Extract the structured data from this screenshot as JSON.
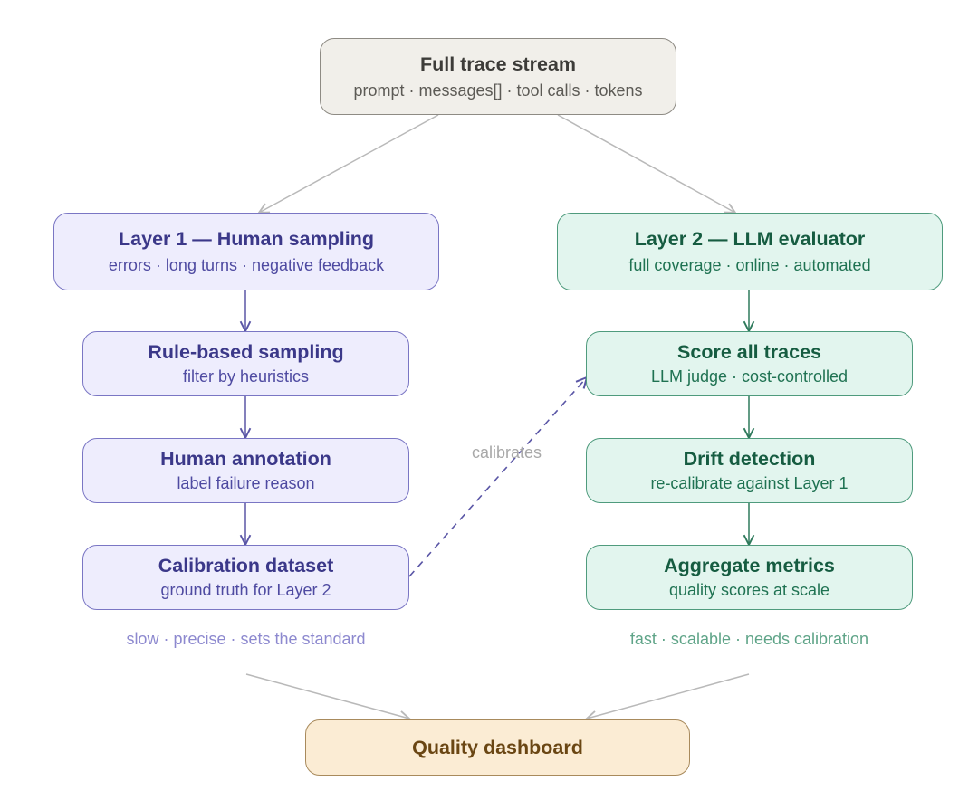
{
  "colors": {
    "neutral_stroke": "#b9b9b9",
    "purple_stroke": "#5a56a6",
    "green_stroke": "#2f7a5c",
    "calibrate_stroke": "#5a56a6"
  },
  "top": {
    "title": "Full trace stream",
    "subtitle": "prompt · messages[] · tool calls · tokens"
  },
  "layer1": {
    "header": {
      "title": "Layer 1 — Human sampling",
      "subtitle": "errors · long turns · negative feedback"
    },
    "steps": [
      {
        "title": "Rule-based sampling",
        "subtitle": "filter by heuristics"
      },
      {
        "title": "Human annotation",
        "subtitle": "label failure reason"
      },
      {
        "title": "Calibration dataset",
        "subtitle": "ground truth for Layer 2"
      }
    ],
    "caption": "slow · precise · sets the standard"
  },
  "layer2": {
    "header": {
      "title": "Layer 2 — LLM evaluator",
      "subtitle": "full coverage · online · automated"
    },
    "steps": [
      {
        "title": "Score all traces",
        "subtitle": "LLM judge · cost-controlled"
      },
      {
        "title": "Drift detection",
        "subtitle": "re-calibrate against Layer 1"
      },
      {
        "title": "Aggregate metrics",
        "subtitle": "quality scores at scale"
      }
    ],
    "caption": "fast · scalable · needs calibration"
  },
  "calibration_edge": {
    "label": "calibrates"
  },
  "bottom": {
    "title": "Quality dashboard"
  }
}
